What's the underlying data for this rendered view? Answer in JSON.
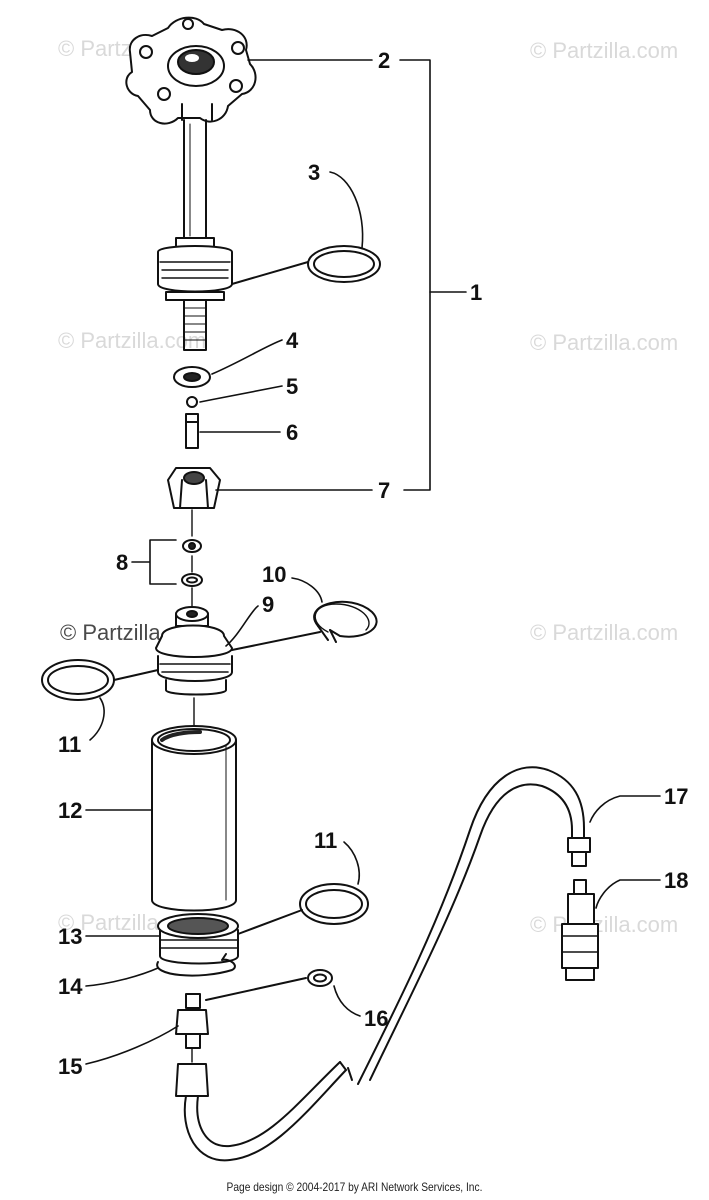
{
  "watermarks": [
    "© Partzilla.com",
    "© Partzilla.com",
    "© Partzilla.com",
    "© Partzilla.com",
    "© Partzilla.com",
    "© Partzilla.com",
    "© Partzilla.com",
    "© Partzilla.com"
  ],
  "callouts": {
    "c1": "1",
    "c2": "2",
    "c3": "3",
    "c4": "4",
    "c5": "5",
    "c6": "6",
    "c7": "7",
    "c8": "8",
    "c9": "9",
    "c10": "10",
    "c11a": "11",
    "c11b": "11",
    "c12": "12",
    "c13": "13",
    "c14": "14",
    "c15": "15",
    "c16": "16",
    "c17": "17",
    "c18": "18"
  },
  "footer": "Page design © 2004-2017 by ARI Network Services, Inc."
}
